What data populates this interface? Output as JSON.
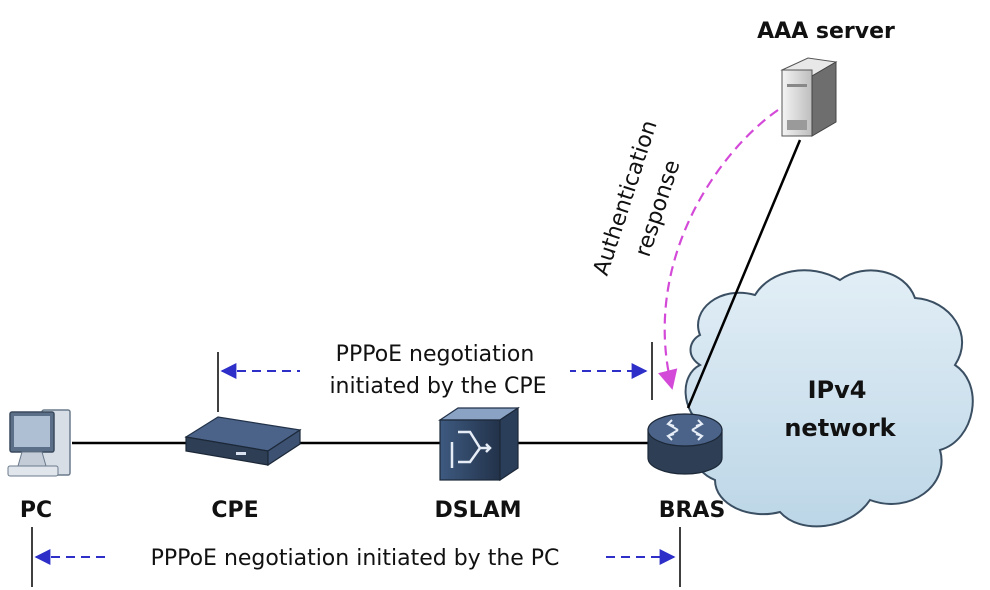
{
  "nodes": {
    "pc": "PC",
    "cpe": "CPE",
    "dslam": "DSLAM",
    "bras": "BRAS",
    "aaa": "AAA server",
    "cloud_line1": "IPv4",
    "cloud_line2": "network"
  },
  "annotations": {
    "cpe_negotiation_line1": "PPPoE negotiation",
    "cpe_negotiation_line2": "initiated by the CPE",
    "pc_negotiation": "PPPoE negotiation initiated by the PC",
    "auth_line1": "Authentication",
    "auth_line2": "response"
  },
  "colors": {
    "link": "#000000",
    "dashed_arrow": "#2d2fc8",
    "auth_arrow": "#d44ad8",
    "cloud_fill": "#cfe3ef",
    "cloud_stroke": "#3b4f63",
    "device_dark": "#2e3f55"
  }
}
